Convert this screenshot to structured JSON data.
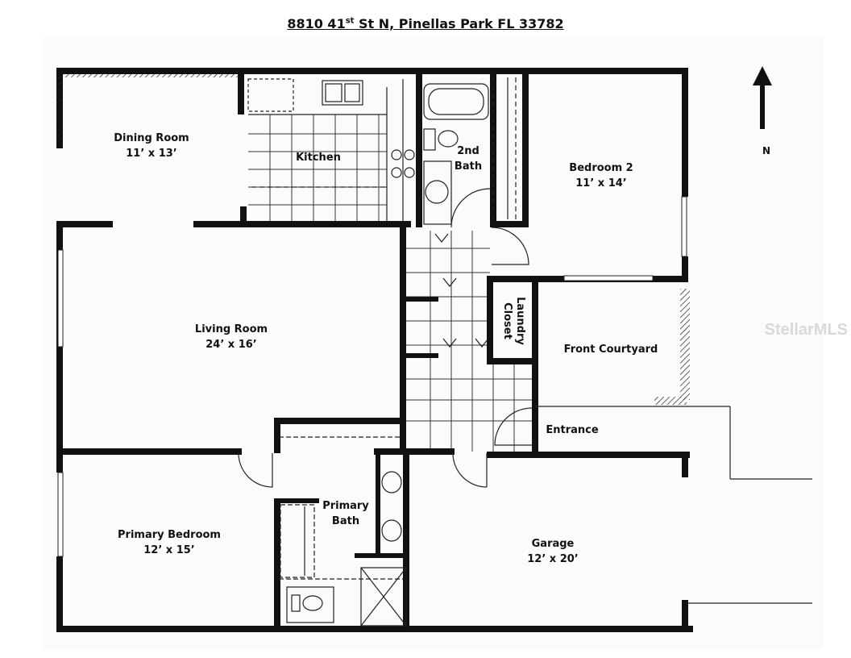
{
  "header": {
    "address_prefix": "8810 41",
    "address_sup": "st",
    "address_suffix": " St N, Pinellas Park FL 33782"
  },
  "rooms": {
    "dining": {
      "name": "Dining Room",
      "size": "11’ x 13’"
    },
    "kitchen": {
      "name": "Kitchen"
    },
    "bath2": {
      "name_line1": "2nd",
      "name_line2": "Bath"
    },
    "bedroom2": {
      "name": "Bedroom 2",
      "size": "11’ x 14’"
    },
    "living": {
      "name": "Living Room",
      "size": "24’ x 16’"
    },
    "laundry": {
      "name_line1": "Laundry",
      "name_line2": "Closet"
    },
    "courtyard": {
      "name": "Front Courtyard"
    },
    "entrance": {
      "name": "Entrance"
    },
    "primary_bedroom": {
      "name": "Primary Bedroom",
      "size": "12’ x 15’"
    },
    "primary_bath": {
      "name_line1": "Primary",
      "name_line2": "Bath"
    },
    "garage": {
      "name": "Garage",
      "size": "12’ x 20’"
    }
  },
  "compass": {
    "label": "N",
    "icon": "north-arrow-icon"
  },
  "watermark": "StellarMLS"
}
